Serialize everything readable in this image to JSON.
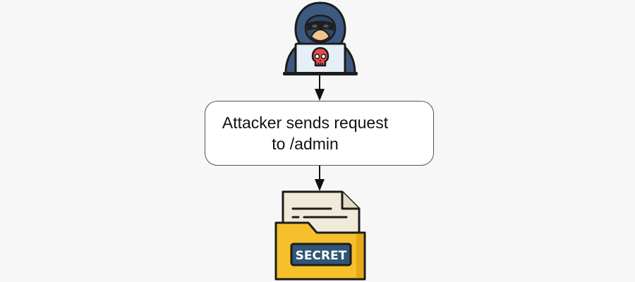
{
  "diagram": {
    "type": "flowchart",
    "direction": "top-to-bottom",
    "nodes": [
      {
        "id": "attacker",
        "kind": "icon",
        "icon": "hacker-with-laptop-icon",
        "description": "Hooded hacker behind a laptop with a red skull"
      },
      {
        "id": "request",
        "kind": "process",
        "text_lines": [
          "Attacker sends request",
          "to /admin"
        ]
      },
      {
        "id": "secret",
        "kind": "icon",
        "icon": "secret-folder-icon",
        "label": "SECRET"
      }
    ],
    "edges": [
      {
        "from": "attacker",
        "to": "request"
      },
      {
        "from": "request",
        "to": "secret"
      }
    ]
  },
  "colors": {
    "background": "#f7f7f7",
    "hood": "#3c5a80",
    "hood_dark": "#2e4868",
    "skin": "#f4c28f",
    "mask": "#1f1f1f",
    "laptop_screen": "#e6eef8",
    "skull": "#e54b4b",
    "folder": "#f6c02c",
    "folder_dark": "#e6a817",
    "paper": "#f1ead9",
    "label_bg": "#2f5674",
    "label_text": "#ffffff",
    "outline": "#1c1c1c",
    "box_border": "#555555"
  }
}
